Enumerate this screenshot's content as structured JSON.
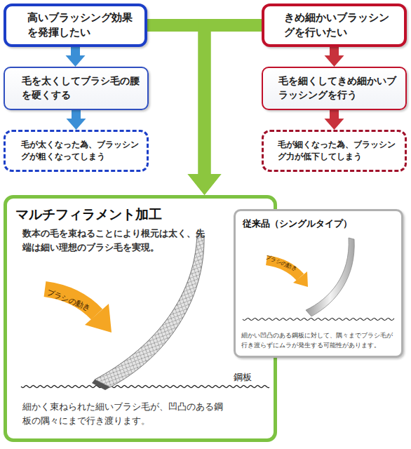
{
  "diagram": {
    "nodes": [
      {
        "text": [
          "高いブラッシング効果を発揮したい"
        ]
      },
      {
        "text": [
          "きめ細かいブラッシングを行いたい"
        ]
      },
      {
        "text": [
          "毛を太くしてブラシ毛の腰を硬くする"
        ]
      },
      {
        "text": [
          "毛を細くしてきめ細かいブラッシングを行う"
        ]
      },
      {
        "text": [
          "毛が太くなった為、ブラッシングが粗くなってしまう"
        ]
      },
      {
        "text": [
          "毛が細くなった為、ブラッシング力が低下してしまう"
        ]
      },
      {
        "text": [
          "マルチフィラメント加工",
          "数本の毛を束ねることにより根元は太く、先端は細い理想のブラシ毛を実現。",
          "細かく束ねられた細いブラシ毛が、凹凸のある鋼板の隅々にまで行き渡ります。"
        ]
      },
      {
        "text": [
          "従来品（シングルタイプ）",
          "細かい凹凸のある鋼板に対して、隅々までブラシ毛が行き渡らずにムラが発生する可能性があります。"
        ]
      }
    ],
    "edges": [
      {
        "from": 0,
        "to": 2,
        "arrow": "to"
      },
      {
        "from": 2,
        "to": 4,
        "arrow": "to"
      },
      {
        "from": 1,
        "to": 3,
        "arrow": "to"
      },
      {
        "from": 3,
        "to": 5,
        "arrow": "to"
      },
      {
        "from": 0,
        "to": 6,
        "arrow": "to"
      },
      {
        "from": 1,
        "to": 6,
        "arrow": "to"
      }
    ],
    "labels": [
      "ブラシの動き",
      "鋼板",
      "ブラシの動き"
    ]
  }
}
